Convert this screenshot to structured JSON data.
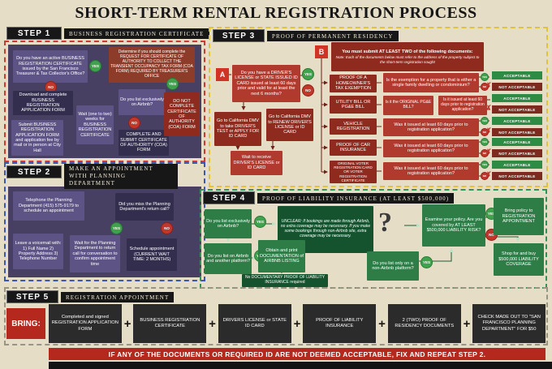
{
  "title": "SHORT-TERM RENTAL REGISTRATION PROCESS",
  "labels": {
    "yes": "YES",
    "no": "NO",
    "acceptable": "ACCEPTABLE",
    "not_acceptable": "NOT ACCEPTABLE",
    "plus": "+",
    "x_mark": "✗",
    "question_mark": "?"
  },
  "colors": {
    "background": "#e6ddc6",
    "yes_green": "#3fa34d",
    "no_red": "#c2362b",
    "acceptable_green": "#2e8b44",
    "not_acceptable_red": "#7e2a1e",
    "purple_box": "#5d5385",
    "step3_red": "#b03a2e",
    "step4_green": "#2e7d46",
    "warning_red": "#b5281e"
  },
  "step1": {
    "badge": "STEP 1",
    "heading": "BUSINESS REGISTRATION CERTIFICATE",
    "q_active": "Do you have an active BUSINESS REGISTRATION CERTIFICATE issued by the San Francisco Treasurer & Tax Collector's Office?",
    "determine": "Determine if you should complete the REQUEST FOR CERTIFICATE OF AUTHORITY TO COLLECT THE TRANSIENT OCCUPANCY TAX FORM (COA FORM) REQUIRED BY TREASURER'S OFFICE",
    "q_airbnb": "Do you list exclusively on Airbnb?",
    "download": "Download and complete BUSINESS REGISTRATION APPLICATION FORM",
    "submit": "Submit BUSINESS REGISTRATION APPLICATION FORM and application fee by mail or in person at City Hall",
    "wait": "Wait (one to two) weeks for BUSINESS REGISTRATION CERTIFICATE",
    "complete_coa": "COMPLETE AND SUBMIT CERTIFICATE OF AUTHORITY (COA) FORM",
    "no_coa": "DO NOT COMPLETE CERTIFICATE OF AUTHORITY (COA) FORM"
  },
  "step2": {
    "badge": "STEP 2",
    "heading": "MAKE AN APPOINTMENT WITH PLANNING DEPARTMENT",
    "telephone": "Telephone the Planning Department (415) 575-9179 to schedule an appointment",
    "q_missed": "Did you miss the Planning Department's return call?",
    "voicemail": "Leave a voicemail with: 1) Full Name 2) Property Address 3) Telephone Number",
    "wait_return": "Wait for the Planning Department to return call for conversation to confirm appointment time",
    "schedule": "Schedule appointment (CURRENT WAIT TIME: 2 MONTHS)"
  },
  "step3": {
    "badge": "STEP 3",
    "heading": "PROOF OF PERMANENT RESIDENCY",
    "marker_a": "A",
    "marker_b": "B",
    "q_license": "Do you have a DRIVER'S LICENSE or STATE ISSUED ID CARD issued at least 60 days prior and valid for at least the next 6 months?",
    "dmv_apply": "Go to California DMV to take DRIVER'S TEST or APPLY FOR ID CARD",
    "dmv_renew": "Go to California DMV to RENEW DRIVER'S LICENSE or ID CARD",
    "wait_license": "Wait to receive DRIVER'S LICENSE or ID CARD",
    "b_heading": "You must submit AT LEAST TWO of the following documents:",
    "b_note": "Note: Each of the documents below must refer to the address of the property subject to the short-term registration sought",
    "docs": [
      {
        "label": "PROOF OF A HOMEOWNER'S TAX EXEMPTION",
        "question": "Is the exemption for a property that is either a single family dwelling or condominium?"
      },
      {
        "label": "UTILITY BILL OR PG&E BILL",
        "question": "Is it the ORIGINAL PG&E BILL?",
        "question2": "Is it issued at least 60 days prior to registration application?"
      },
      {
        "label": "VEHICLE REGISTRATION",
        "question": "Was it issued at least 60 days prior to registration application?"
      },
      {
        "label": "PROOF OF CAR INSURANCE",
        "question": "Was it issued at least 60 days prior to registration application?"
      },
      {
        "label": "ORIGINAL VOTER REGISTRATION CARD OR VOTER REGISTRATION CERTIFICATE",
        "question": "Was it issued at least 60 days prior to registration application?"
      }
    ]
  },
  "step4": {
    "badge": "STEP 4",
    "heading": "PROOF OF LIABILITY INSURANCE (AT LEAST $500,000)",
    "q_exclusive": "Do you list exclusively on Airbnb?",
    "unclear": "UNCLEAR: If bookings are made through Airbnb, no extra coverage may be necessary. If you make some bookings through non-Airbnb site, extra coverage may be necessary.",
    "q_and_other": "Do you list on Airbnb and another platform?",
    "obtain_doc": "Obtain and print DOCUMENTATION of AIRBNB LISTING",
    "no_proof": "No DOCUMENTARY PROOF OF LIABILITY INSURANCE required",
    "q_examine": "Examine your policy. Are you covered by AT LEAST $500,000 LIABILITY RISK?",
    "q_non_airbnb": "Do you list only on a non-Airbnb platform?",
    "bring_policy": "Bring policy to REGISTRATION APPOINTMENT",
    "shop": "Shop for and buy $500,000 LIABILITY COVERAGE"
  },
  "step5": {
    "badge": "STEP 5",
    "heading": "REGISTRATION APPOINTMENT",
    "bring": "BRING:",
    "items": [
      "Completed and signed REGISTRATION APPLICATION FORM",
      "BUSINESS REGISTRATION CERTIFICATE",
      "DRIVERS LICENSE or STATE ID CARD",
      "PROOF OF LIABILITY INSURANCE",
      "2 (TWO) PROOF OF RESIDENCY DOCUMENTS",
      "CHECK MADE OUT TO \"SAN FRANCISCO PLANNING DEPARTMENT\" FOR $50"
    ]
  },
  "footer": {
    "warning": "IF ANY OF THE DOCUMENTS OR REQUIRED ID ARE NOT DEEMED ACCEPTABLE, FIX AND REPEAT STEP 2."
  }
}
